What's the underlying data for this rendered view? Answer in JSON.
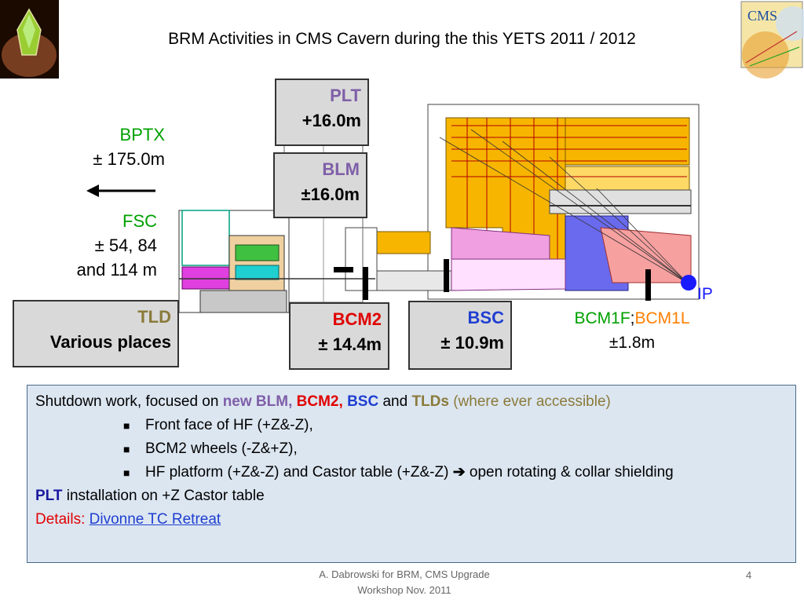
{
  "title": "BRM Activities in CMS Cavern during the this YETS 2011 / 2012",
  "labels": {
    "bptx_name": "BPTX",
    "bptx_dist": "± 175.0m",
    "fsc_name": "FSC",
    "fsc_dist1": "± 54, 84",
    "fsc_dist2": "and 114 m",
    "ip": "IP",
    "bcm1f": "BCM1F",
    "sep": ";",
    "bcm1l": "BCM1L",
    "bcm1_dist": "±1.8m"
  },
  "boxes": {
    "plt": {
      "name": "PLT",
      "dist": "+16.0m"
    },
    "blm": {
      "name": "BLM",
      "dist": "±16.0m"
    },
    "tld": {
      "name": "TLD",
      "dist": "Various places"
    },
    "bcm2": {
      "name": "BCM2",
      "dist": "± 14.4m"
    },
    "bsc": {
      "name": "BSC",
      "dist": "± 10.9m"
    }
  },
  "notes": {
    "intro_text": "Shutdown work, focused on ",
    "intro_blm": "new BLM,",
    "intro_bcm2": "BCM2,",
    "intro_bsc": "BSC",
    "intro_and": "and",
    "intro_tlds": "TLDs",
    "intro_paren": "(where ever accessible)",
    "bullets": [
      "Front face of HF (+Z&-Z),",
      "BCM2 wheels (-Z&+Z),",
      "HF platform (+Z&-Z) and Castor table (+Z&-Z)",
      "open rotating & collar shielding"
    ],
    "plt_word": "PLT",
    "plt_rest": "installation on +Z Castor table",
    "details_label": "Details:",
    "details_link": "Divonne TC Retreat"
  },
  "footer": {
    "line1": "A. Dabrowski  for BRM, CMS Upgrade",
    "line2": "Workshop Nov. 2011",
    "page": "4"
  },
  "colors": {
    "green": "#00a000",
    "purple": "#7f5fa8",
    "red": "#e00000",
    "blue": "#1f3fd0",
    "olive": "#8a7a3a",
    "orange": "#ff7f00",
    "navy": "#1a1aa0"
  }
}
